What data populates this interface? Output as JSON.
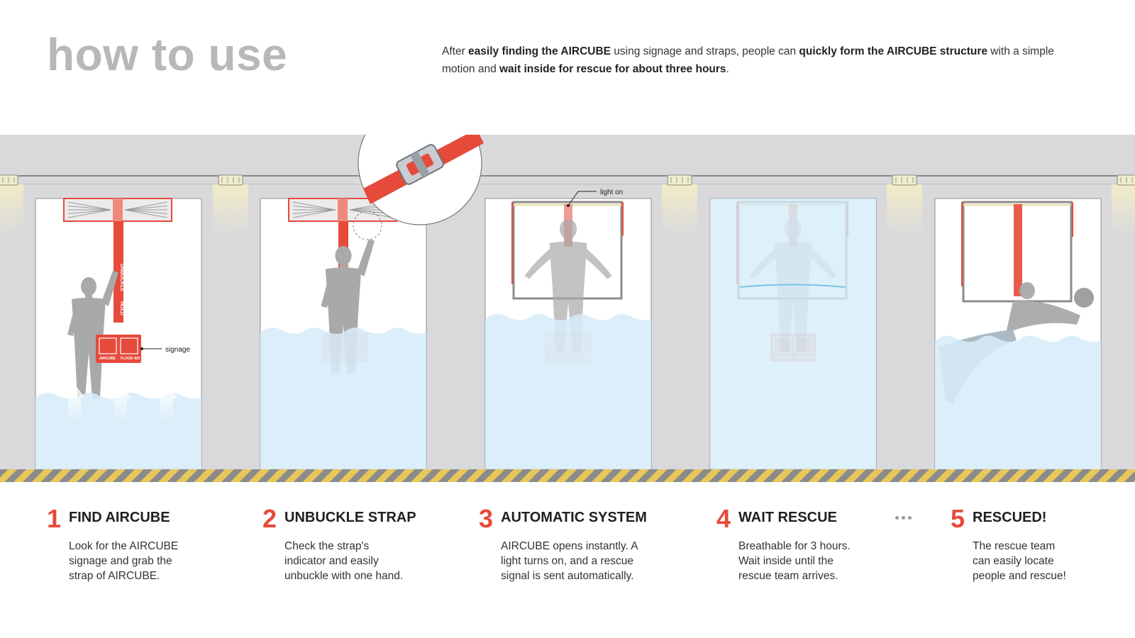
{
  "title": "how to use",
  "intro": [
    {
      "text": "After ",
      "bold": false
    },
    {
      "text": "easily finding the AIRCUBE",
      "bold": true
    },
    {
      "text": " using signage and straps, people can ",
      "bold": false
    },
    {
      "text": "quickly form the AIRCUBE structure",
      "bold": true
    },
    {
      "text": " with a simple motion and ",
      "bold": false
    },
    {
      "text": "wait inside for rescue for about three hours",
      "bold": true
    },
    {
      "text": ".",
      "bold": false
    }
  ],
  "labels": {
    "signage": "signage",
    "light_on": "light on",
    "strap_text_1": "UNBUCKLE",
    "strap_text_2": "HOLD",
    "sign_text_left": "AIRCUBE",
    "sign_text_right": "FLOOD AID"
  },
  "colors": {
    "accent": "#e64a3b",
    "water": "#d6ecf8",
    "wall": "#d9d9dc",
    "panel": "#ffffff",
    "hazard_yellow": "#e8c75a",
    "hazard_gray": "#8b8b8b",
    "person": "#a9a9a9"
  },
  "steps": [
    {
      "number": "1",
      "title": "FIND AIRCUBE",
      "lines": [
        "Look for the AIRCUBE",
        "signage and grab the",
        "strap of AIRCUBE."
      ],
      "water_level": 0.28
    },
    {
      "number": "2",
      "title": "UNBUCKLE STRAP",
      "lines": [
        "Check the strap's",
        "indicator and easily",
        "unbuckle with one hand."
      ],
      "water_level": 0.52
    },
    {
      "number": "3",
      "title": "AUTOMATIC SYSTEM",
      "lines": [
        "AIRCUBE opens instantly. A",
        "light turns on, and a rescue",
        "signal is sent automatically."
      ],
      "water_level": 0.57
    },
    {
      "number": "4",
      "title": "WAIT RESCUE",
      "lines": [
        "Breathable for 3 hours.",
        "Wait inside until the",
        "rescue team arrives."
      ],
      "water_level": 1.0
    },
    {
      "number": "5",
      "title": "RESCUED!",
      "lines": [
        "The rescue team",
        "can easily locate",
        "people and rescue!"
      ],
      "water_level": 0.49
    }
  ]
}
